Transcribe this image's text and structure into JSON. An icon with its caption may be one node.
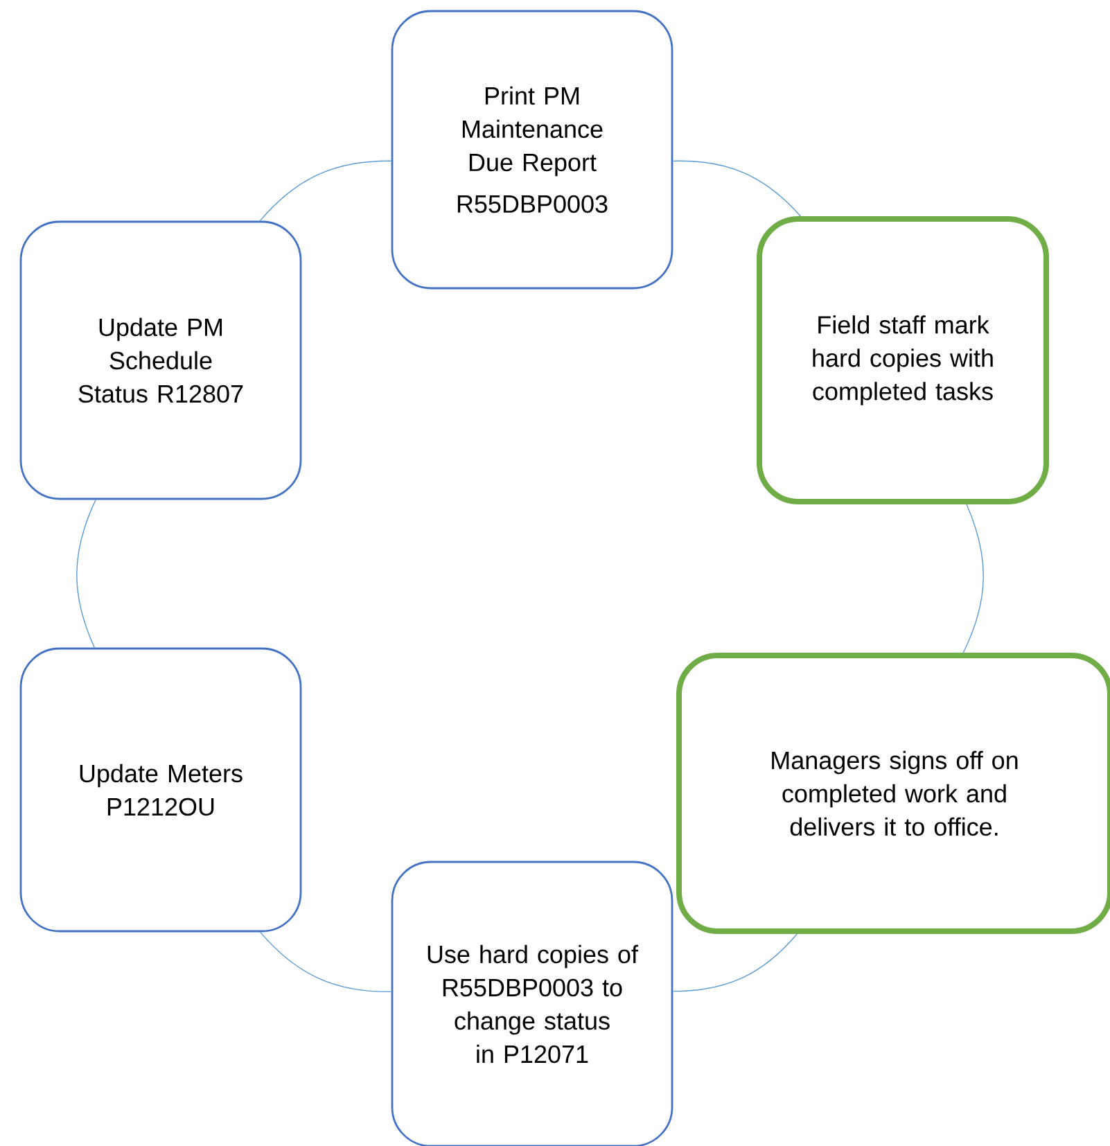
{
  "diagram": {
    "nodes": [
      {
        "text": [
          "Print PM Maintenance Due Report",
          "R55DBP0003"
        ]
      },
      {
        "text": [
          "Field staff mark hard copies with completed tasks"
        ]
      },
      {
        "text": [
          "Managers signs off on completed work and delivers it to office."
        ]
      },
      {
        "text": [
          "Use hard copies of R55DBP0003 to change status in P12071"
        ]
      },
      {
        "text": [
          "Update Meters P1212OU"
        ]
      },
      {
        "text": [
          "Update PM Schedule Status R12807"
        ]
      }
    ],
    "edges": [
      {
        "from": 0,
        "to": 1,
        "arrow": "none"
      },
      {
        "from": 1,
        "to": 2,
        "arrow": "none"
      },
      {
        "from": 2,
        "to": 3,
        "arrow": "none"
      },
      {
        "from": 3,
        "to": 4,
        "arrow": "none"
      },
      {
        "from": 4,
        "to": 5,
        "arrow": "none"
      },
      {
        "from": 5,
        "to": 0,
        "arrow": "none"
      }
    ]
  }
}
